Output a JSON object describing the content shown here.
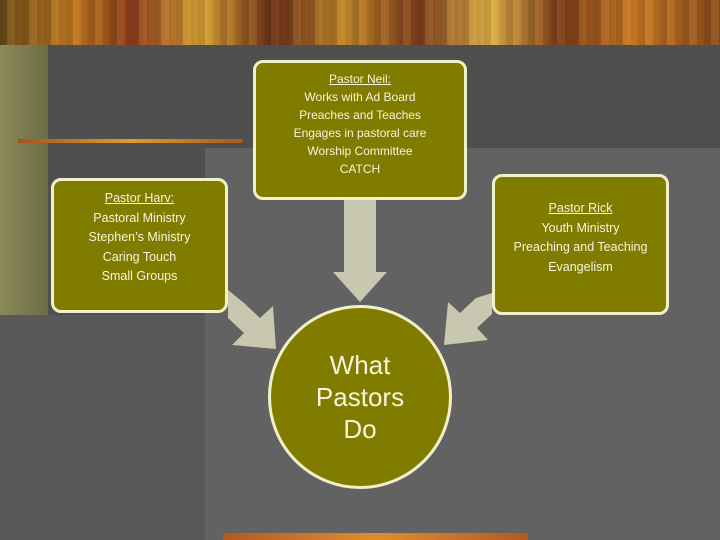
{
  "boxes": {
    "neil": {
      "title": "Pastor Neil:",
      "lines": [
        "Works with Ad Board",
        "Preaches and Teaches",
        "Engages in pastoral care",
        "Worship Committee",
        "CATCH"
      ]
    },
    "harv": {
      "title": "Pastor Harv:",
      "lines": [
        "Pastoral Ministry",
        "Stephen’s Ministry",
        "Caring Touch",
        "Small Groups"
      ]
    },
    "rick": {
      "title": "Pastor Rick",
      "lines": [
        "Youth Ministry",
        "Preaching and Teaching",
        "Evangelism"
      ]
    }
  },
  "center": {
    "lines": [
      "What",
      "Pastors",
      "Do"
    ]
  },
  "colors": {
    "box_fill": "#807c00",
    "box_border": "#f2f0c8",
    "arrow": "#c8c8b0"
  }
}
